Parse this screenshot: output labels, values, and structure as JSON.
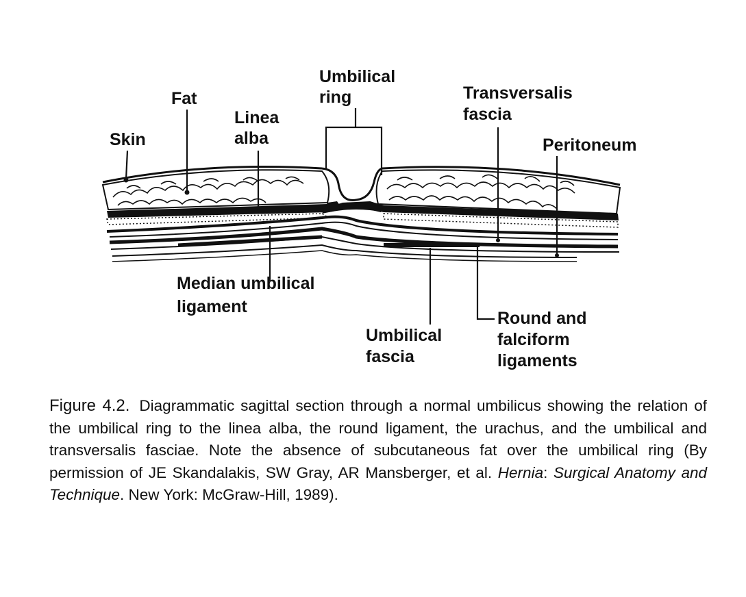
{
  "diagram": {
    "labels": {
      "skin": "Skin",
      "fat": "Fat",
      "linea_alba": [
        "Linea",
        "alba"
      ],
      "umbilical_ring": [
        "Umbilical",
        "ring"
      ],
      "transversalis_fascia": [
        "Transversalis",
        "fascia"
      ],
      "peritoneum": "Peritoneum",
      "median_umbilical_ligament": [
        "Median umbilical",
        "ligament"
      ],
      "umbilical_fascia": [
        "Umbilical",
        "fascia"
      ],
      "round_falciform": [
        "Round and",
        "falciform",
        "ligaments"
      ]
    },
    "colors": {
      "ink": "#111111",
      "paper": "#ffffff"
    }
  },
  "caption": {
    "figure_number": "Figure 4.2.",
    "text": "Diagrammatic sagittal section through a normal umbilicus showing the relation of the umbilical ring to the linea alba, the round ligament, the urachus, and the umbilical and transversalis fasciae. Note the absence of subcutaneous fat over the umbilical ring (By permission of JE Skandalakis, SW Gray, AR Mansberger, et al. ",
    "book_title": "Hernia",
    "colon": ": ",
    "book_subtitle": "Surgical Anatomy and Technique",
    "publisher": ". New York: McGraw-Hill, 1989)."
  }
}
